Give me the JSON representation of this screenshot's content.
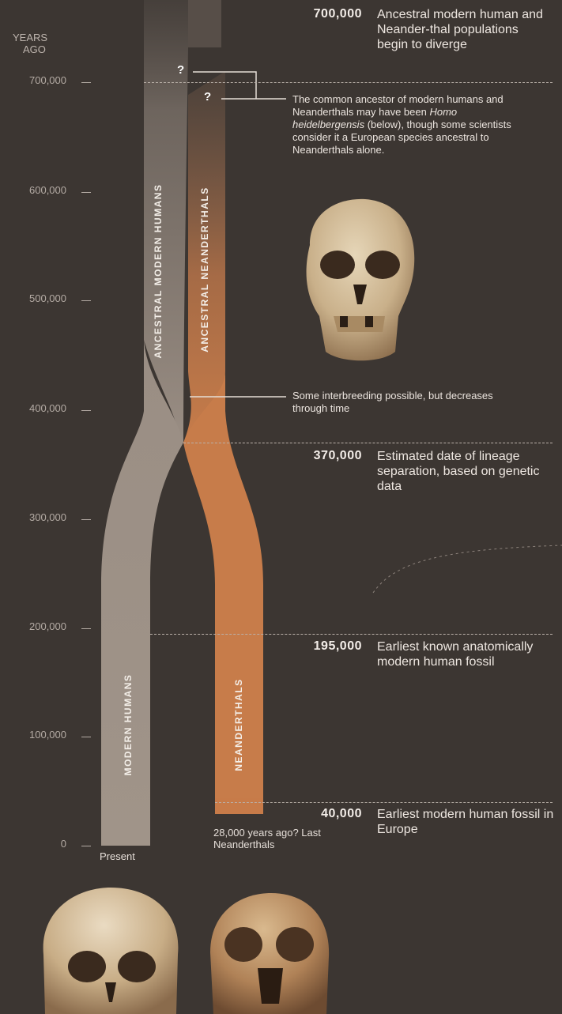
{
  "axis": {
    "title_line1": "YEARS",
    "title_line2": "AGO",
    "ticks": [
      "700,000",
      "600,000",
      "500,000",
      "400,000",
      "300,000",
      "200,000",
      "100,000",
      "0"
    ]
  },
  "lineages": {
    "ancestral_modern": "ANCESTRAL MODERN HUMANS",
    "ancestral_neanderthal": "ANCESTRAL NEANDERTHALS",
    "modern": "MODERN HUMANS",
    "neanderthal": "NEANDERTHALS"
  },
  "question_marks": [
    "?",
    "?"
  ],
  "events": [
    {
      "year": "700,000",
      "text": "Ancestral modern human and Neander-thal populations begin to diverge"
    },
    {
      "year": "370,000",
      "text": "Estimated date of lineage separation, based on genetic data"
    },
    {
      "year": "195,000",
      "text": "Earliest known anatomically modern human fossil"
    },
    {
      "year": "40,000",
      "text": "Earliest modern human fossil in Europe"
    }
  ],
  "notes": {
    "common_ancestor_before": "The common ancestor of modern humans and Neanderthals may have been ",
    "common_ancestor_species": "Homo heidelbergensis",
    "common_ancestor_after": " (below), though some scientists consider it a European species ancestral to Neanderthals alone.",
    "interbreeding": "Some interbreeding possible, but decreases through time"
  },
  "footer": {
    "present": "Present",
    "last_neanderthals": "28,000 years ago? Last Neanderthals"
  },
  "colors": {
    "background": "#3c3632",
    "modern_band": "#9a8e84",
    "neanderthal_band": "#c77c4a"
  }
}
